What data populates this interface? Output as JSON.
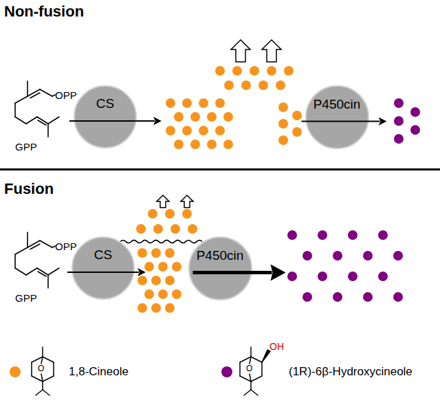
{
  "diagram": {
    "nodes": [
      {
        "text": [
          "CS"
        ]
      },
      {
        "text": [
          "P450cin"
        ]
      },
      {
        "text": [
          "CS"
        ]
      },
      {
        "text": [
          "P450cin"
        ]
      }
    ],
    "edges": [
      {
        "from": 2,
        "to": 3,
        "arrow": "none"
      }
    ],
    "labels": [
      "Non-fusion",
      "OPP",
      "GPP",
      "Fusion",
      "OPP",
      "GPP",
      "O",
      "O",
      "OH"
    ],
    "legend": [
      {
        "text": "1,8-Cineole",
        "color": "#f7941d"
      },
      {
        "text": "(1R)-6β-Hydroxycineole",
        "color": "#800080"
      }
    ]
  }
}
